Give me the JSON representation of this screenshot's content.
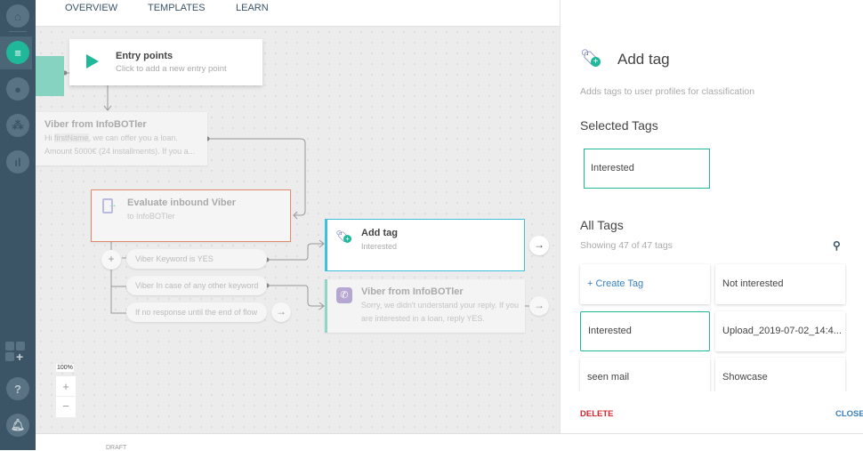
{
  "nav": {
    "tabs": [
      {
        "label": "OVERVIEW"
      },
      {
        "label": "TEMPLATES"
      },
      {
        "label": "LEARN"
      }
    ]
  },
  "sidebar": {
    "icons": [
      "home-icon",
      "conversations-icon",
      "chat-icon",
      "people-icon",
      "analytics-icon",
      "apps-add-icon",
      "help-icon",
      "bell-icon"
    ],
    "help": "?"
  },
  "canvas": {
    "entry": {
      "title": "Entry points",
      "subtitle": "Click to add a new entry point"
    },
    "viber1": {
      "title": "Viber from InfoBOTler",
      "line1_pre": "Hi ",
      "line1_var": "firstName",
      "line1_post": ", we can offer you a loan.",
      "line2": "Amount 5000€ (24 installments). If you a..."
    },
    "evaluate": {
      "title": "Evaluate inbound Viber",
      "subtitle": "to InfoBOTler"
    },
    "branches": [
      "Viber Keyword is YES",
      "Viber In case of any other keyword",
      "If no response until the end of flow"
    ],
    "addtag": {
      "title": "Add tag",
      "subtitle": "Interested"
    },
    "viber2": {
      "title": "Viber from InfoBOTler",
      "text": "Sorry, we didn't understand your reply. If you are interested in a loan, reply YES."
    },
    "zoom": {
      "level": "100%",
      "plus": "+",
      "minus": "−"
    }
  },
  "panel": {
    "title": "Add tag",
    "description": "Adds tags to user profiles for classification",
    "selected_heading": "Selected Tags",
    "selected": [
      "Interested"
    ],
    "all_heading": "All Tags",
    "count": "Showing 47 of 47 tags",
    "create": "+ Create Tag",
    "tags": [
      "Not interested",
      "Interested",
      "Upload_2019-07-02_14:4...",
      "seen mail",
      "Showcase"
    ],
    "delete": "DELETE",
    "close": "CLOSE",
    "colors": {
      "accent": "#1fb89a",
      "delete": "#d0262e",
      "link": "#3a80c0"
    }
  },
  "footer": {
    "status": "DRAFT"
  }
}
